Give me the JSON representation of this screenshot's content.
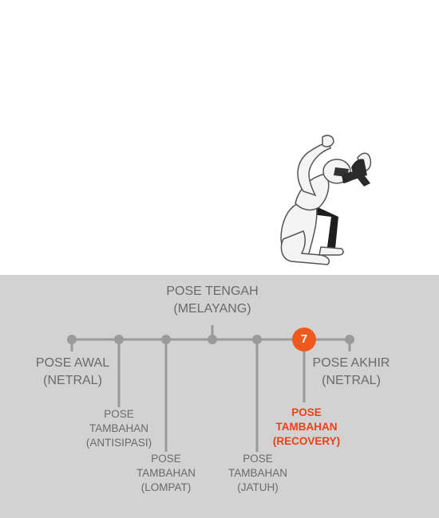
{
  "timeline": {
    "top_label": {
      "line1": "POSE TENGAH",
      "line2": "(MELAYANG)"
    },
    "start_label": {
      "line1": "POSE AWAL",
      "line2": "(NETRAL)"
    },
    "end_label": {
      "line1": "POSE AKHIR",
      "line2": "(NETRAL)"
    },
    "antisipasi": {
      "line1": "POSE",
      "line2": "TAMBAHAN",
      "line3": "(ANTISIPASI)"
    },
    "lompat": {
      "line1": "POSE",
      "line2": "TAMBAHAN",
      "line3": "(LOMPAT)"
    },
    "jatuh": {
      "line1": "POSE",
      "line2": "TAMBAHAN",
      "line3": "(JATUH)"
    },
    "recovery": {
      "line1": "POSE",
      "line2": "TAMBAHAN",
      "line3": "(RECOVERY)"
    },
    "active_step": "7"
  },
  "colors": {
    "panel_bg": "#d2d2d2",
    "line": "#9a9a9a",
    "text": "#6a6a6a",
    "accent": "#ee5a1e",
    "active_text": "#e8421a"
  },
  "icons": {
    "figure": "crouching-character-icon"
  }
}
